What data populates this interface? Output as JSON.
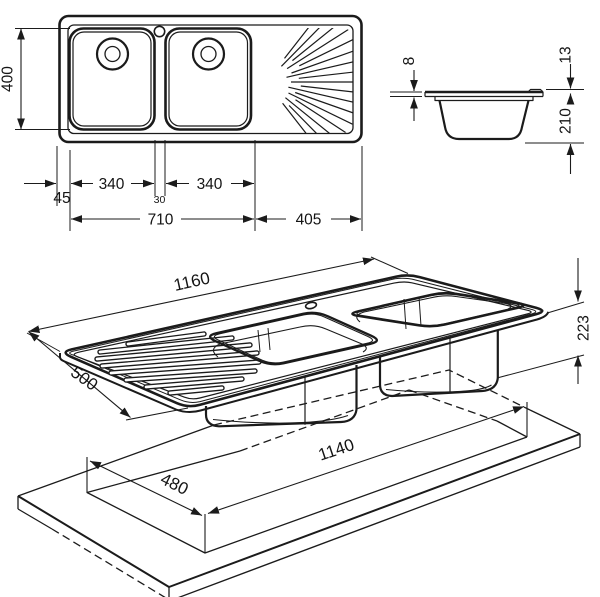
{
  "dims": {
    "plan": {
      "bowl_depth_front": "400",
      "edge_offset": "45",
      "bowl_left_width": "340",
      "center_gap": "30",
      "bowl_right_width": "340",
      "bowls_span": "710",
      "drainer_width": "405"
    },
    "section": {
      "rim_sheet_thickness": "8",
      "rim_height": "13",
      "bowl_depth": "210"
    },
    "iso": {
      "overall_length": "1160",
      "overall_width": "500",
      "overall_depth": "223",
      "cutout_length": "1140",
      "cutout_width": "480"
    }
  },
  "colors": {
    "line": "#1b1b1b",
    "background": "#ffffff"
  }
}
